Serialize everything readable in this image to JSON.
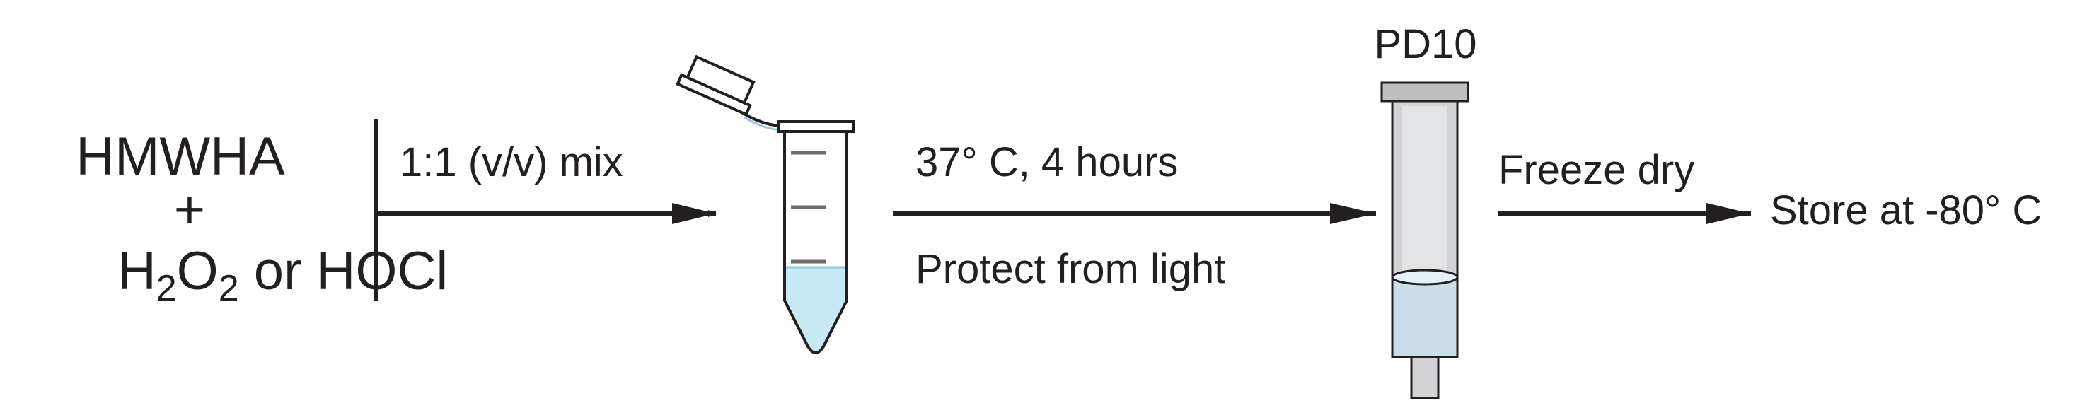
{
  "reactants": {
    "line1": "HMWHA",
    "plus": "+",
    "formula": {
      "h": "H",
      "h_sub": "2",
      "o": "O",
      "o_sub": "2",
      "rest": " or HOCl"
    }
  },
  "steps": {
    "mix": "1:1 (v/v) mix",
    "incubate": "37° C, 4 hours",
    "protect": "Protect from light",
    "column": "PD10",
    "freeze": "Freeze dry",
    "store": "Store at -80° C"
  },
  "colors": {
    "ink": "#231f20",
    "liquid": "#c7e9f3",
    "column_gray": "#d2d3d5",
    "column_cap": "#bcbec0",
    "column_liquid": "#c9dee8"
  },
  "icons": {
    "tube": "microcentrifuge-tube-icon",
    "column": "pd10-column-icon"
  }
}
